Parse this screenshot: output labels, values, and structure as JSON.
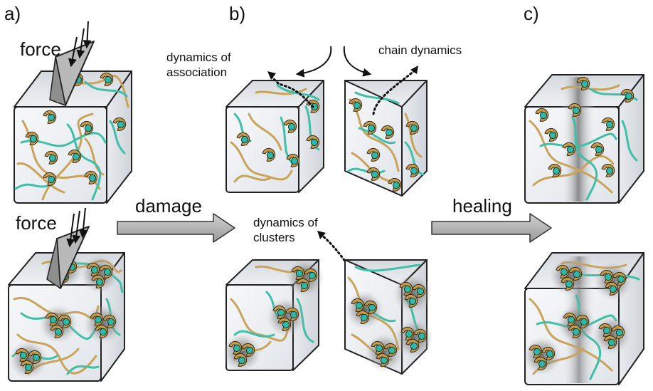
{
  "panels": {
    "a": "a)",
    "b": "b)",
    "c": "c)"
  },
  "labels": {
    "force_top": "force",
    "force_bottom": "force",
    "damage": "damage",
    "healing": "healing",
    "dyn_assoc_line1": "dynamics of",
    "dyn_assoc_line2": "association",
    "chain_dynamics": "chain dynamics",
    "dyn_clusters_line1": "dynamics of",
    "dyn_clusters_line2": "clusters"
  },
  "colors": {
    "chain_tan": "#c9a35a",
    "chain_teal": "#3fbfa8",
    "ligand": "#b98c3f",
    "bead": "#2fae9a",
    "cube_face": "#eef1f4",
    "arrow_fill": "#b3b3b3",
    "cluster_shadow": "#6d6d6d"
  },
  "icons": [
    "indenter-icon",
    "force-arrow-icon",
    "damage-arrow-icon",
    "healing-arrow-icon",
    "curved-arrow-icon",
    "dotted-arrow-icon"
  ]
}
